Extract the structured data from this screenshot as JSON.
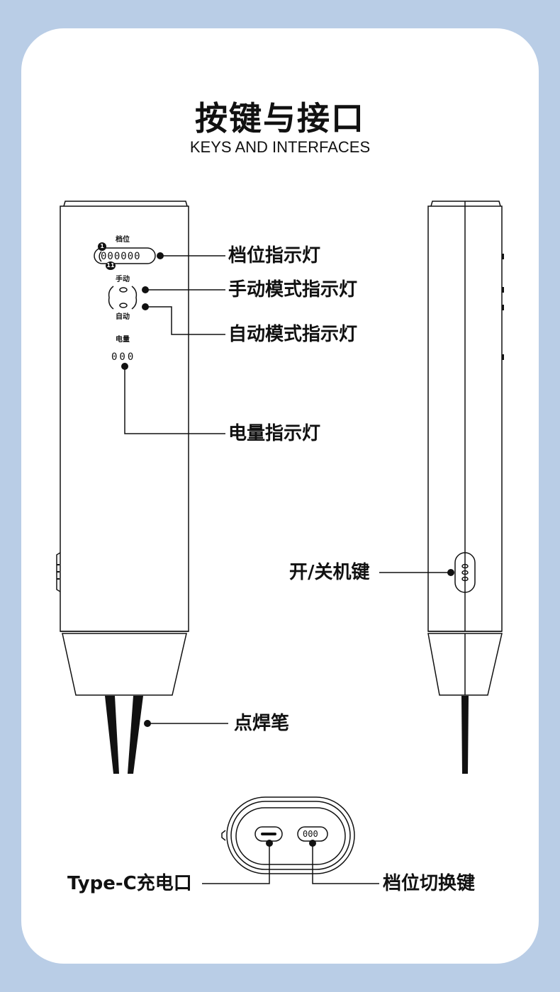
{
  "header": {
    "title": "按键与接口",
    "subtitle": "KEYS AND INTERFACES"
  },
  "device_front": {
    "gear_caption": "档位",
    "gear_lights": "000000",
    "gear_start": "1",
    "gear_end": "11",
    "manual_caption": "手动",
    "auto_caption": "自动",
    "battery_caption": "电量",
    "battery_lights": "000"
  },
  "callouts": {
    "gear_indicator": "档位指示灯",
    "manual_indicator": "手动模式指示灯",
    "auto_indicator": "自动模式指示灯",
    "battery_indicator": "电量指示灯",
    "welding_pen": "点焊笔",
    "power_button": "开/关机键",
    "typec_port": "Type-C充电口",
    "gear_switch": "档位切换键"
  },
  "bottom_view": {
    "switch_dots": "000"
  },
  "colors": {
    "background": "#b9cde6",
    "card": "#ffffff",
    "line": "#111111"
  }
}
